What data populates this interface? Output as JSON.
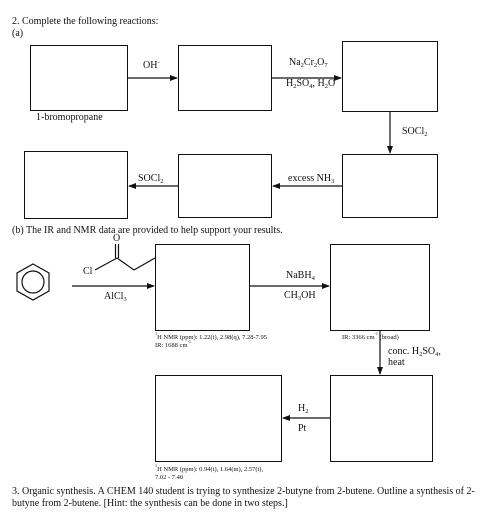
{
  "q2": {
    "title": "2. Complete the following reactions:",
    "part_a": "(a)",
    "label_start": "1-bromopropane",
    "reagent_oh_base": "OH",
    "reagent_oh_sup": "-",
    "ox_na": "Na",
    "ox_na_sub": "2",
    "ox_cr": "Cr",
    "ox_cr_sub": "2",
    "ox_o": "O",
    "ox_o_sub": "7",
    "ox2_h": "H",
    "ox2_h_sub": "2",
    "ox2_so": "SO",
    "ox2_so_sub": "4",
    "ox2_tail": ", H",
    "ox2_tail_sub": "2",
    "ox2_end": "O",
    "socl_right": "SOCl",
    "socl_right_sub": "2",
    "nh3_text": "excess NH",
    "nh3_sub": "3",
    "socl_left": "SOCl",
    "socl_left_sub": "2",
    "part_b": "(b) The IR and NMR data are provided to help support your results.",
    "acyl_o": "O",
    "acyl_cl": "Cl",
    "alcl_text": "AlCl",
    "alcl_sub": "3",
    "nabh_text": "NaBH",
    "nabh_sub": "4",
    "ch3oh_text": "CH",
    "ch3oh_sub": "3",
    "ch3oh_end": "OH",
    "nmr1_line1_pre": "H NMR (ppm): 1.22(t), 2.98(q), 7.28-7.95",
    "nmr1_line1_sup": "1",
    "nmr1_line2": "IR: 1688 cm",
    "nmr1_line2_sup": "-1",
    "ir2_text": "IR: 3366 cm",
    "ir2_sup": "-1",
    "ir2_tail": " (broad)",
    "conc_text": "conc. H",
    "conc_sub": "2",
    "conc_so": "SO",
    "conc_so_sub": "4",
    "conc_end": ",",
    "heat_text": "heat",
    "h2_text": "H",
    "h2_sub": "2",
    "pt_text": "Pt",
    "nmr3_sup": "1",
    "nmr3_line1": "H NMR (ppm): 0.94(t), 1.64(m), 2.57(t),",
    "nmr3_line2": "7.02 - 7.40"
  },
  "q3": {
    "text": "3. Organic synthesis. A CHEM 140 student is trying to synthesize 2-butyne from 2-butene. Outline a synthesis of 2-butyne from 2-butene. [Hint: the synthesis can be done in two steps.]"
  }
}
